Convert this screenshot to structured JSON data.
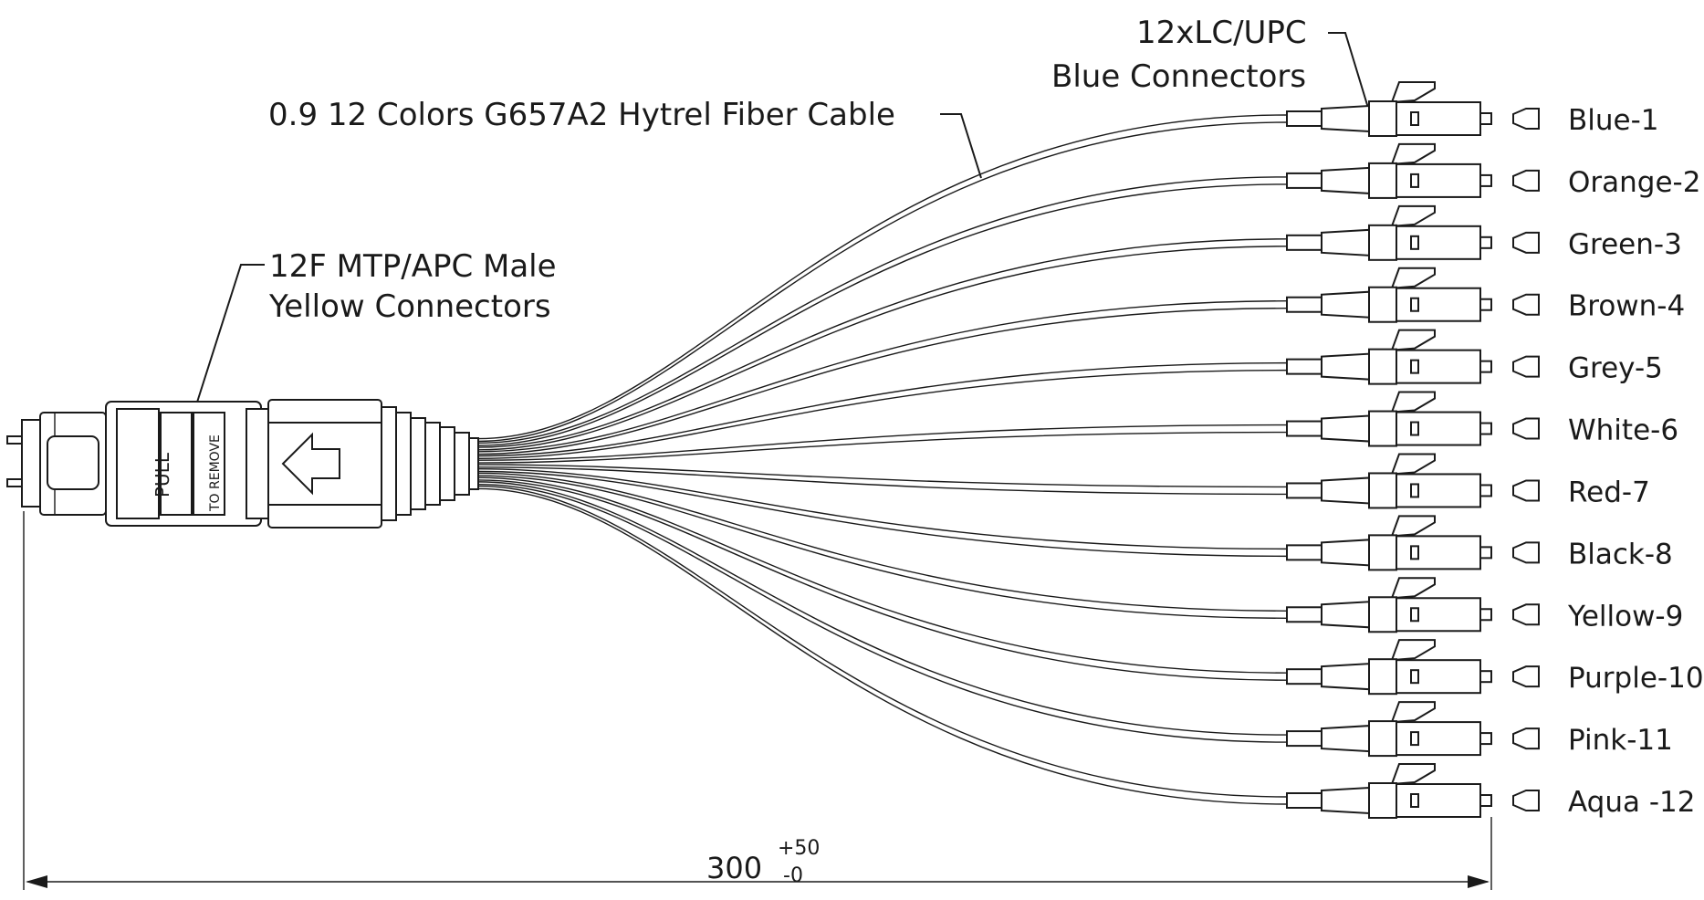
{
  "annotations": {
    "cable_label": "0.9 12 Colors G657A2 Hytrel  Fiber Cable",
    "lc_label_line1": "12xLC/UPC",
    "lc_label_line2": "Blue Connectors",
    "mtp_label_line1": "12F MTP/APC Male",
    "mtp_label_line2": "Yellow Connectors"
  },
  "mtp_connector": {
    "latch_text_1": "PULL",
    "latch_text_2": "TO REMOVE"
  },
  "fibers": [
    {
      "label": "Blue-1"
    },
    {
      "label": "Orange-2"
    },
    {
      "label": "Green-3"
    },
    {
      "label": "Brown-4"
    },
    {
      "label": "Grey-5"
    },
    {
      "label": "White-6"
    },
    {
      "label": "Red-7"
    },
    {
      "label": "Black-8"
    },
    {
      "label": "Yellow-9"
    },
    {
      "label": "Purple-10"
    },
    {
      "label": "Pink-11"
    },
    {
      "label": "Aqua -12"
    }
  ],
  "dimension": {
    "value": "300",
    "tol_plus": "+50",
    "tol_minus": "-0"
  }
}
